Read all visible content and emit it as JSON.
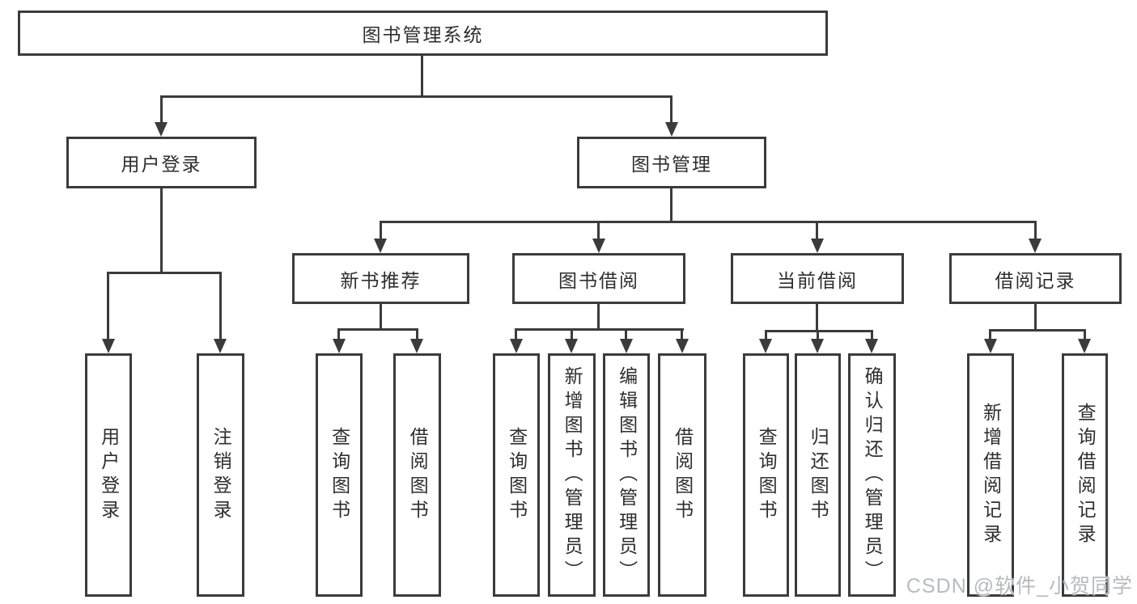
{
  "tree": {
    "root": {
      "label": "图书管理系统"
    },
    "level2": [
      {
        "label": "用户登录",
        "children": [
          {
            "label": "用户登录"
          },
          {
            "label": "注销登录"
          }
        ]
      },
      {
        "label": "图书管理",
        "children": [
          {
            "label": "新书推荐",
            "children": [
              {
                "label": "查询图书"
              },
              {
                "label": "借阅图书"
              }
            ]
          },
          {
            "label": "图书借阅",
            "children": [
              {
                "label": "查询图书"
              },
              {
                "label": "新增图书（管理员）"
              },
              {
                "label": "编辑图书（管理员）"
              },
              {
                "label": "借阅图书"
              }
            ]
          },
          {
            "label": "当前借阅",
            "children": [
              {
                "label": "查询图书"
              },
              {
                "label": "归还图书"
              },
              {
                "label": "确认归还（管理员）"
              }
            ]
          },
          {
            "label": "借阅记录",
            "children": [
              {
                "label": "新增借阅记录"
              },
              {
                "label": "查询借阅记录"
              }
            ]
          }
        ]
      }
    ]
  },
  "watermark": "CSDN @软件_小贺同学",
  "colors": {
    "line": "#3b3b3b",
    "text": "#2e2e2e",
    "background": "#ffffff",
    "watermark": "#b7bbbf"
  }
}
